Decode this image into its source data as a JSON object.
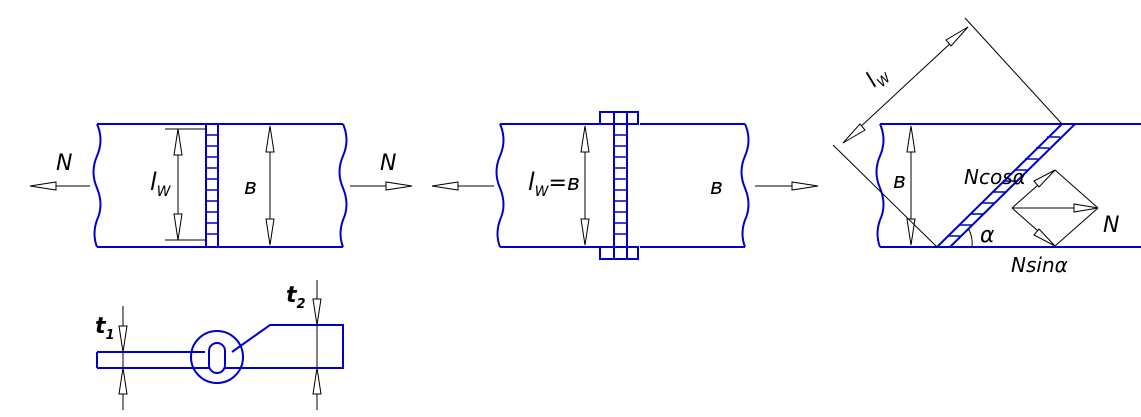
{
  "labels": {
    "force_n": "N",
    "weld_length": "l",
    "weld_length_sub": "W",
    "plate_width": "в",
    "weld_equals_width": "=в",
    "force_cos": "Ncosα",
    "force_sin": "Nsinα",
    "angle": "α",
    "thickness_1": "t",
    "thickness_1_sub": "1",
    "thickness_2": "t",
    "thickness_2_sub": "2"
  },
  "colors": {
    "outline": "#0000cc",
    "dimension": "#000000"
  }
}
